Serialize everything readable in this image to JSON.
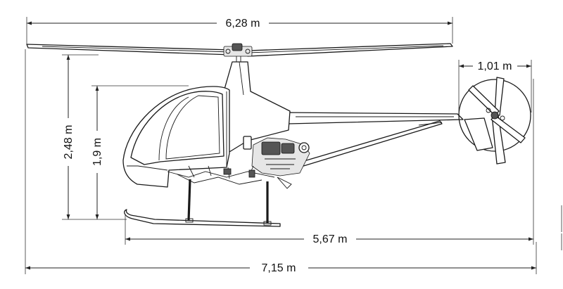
{
  "drawing": {
    "dimensions": {
      "rotor_diameter": "6,28 m",
      "tail_rotor_diameter": "1,01 m",
      "total_height": "2,48 m",
      "fuselage_height": "1,9 m",
      "skid_length": "5,67 m",
      "overall_length": "7,15 m"
    },
    "line_color": "#1a1a1a",
    "background_color": "#ffffff"
  }
}
